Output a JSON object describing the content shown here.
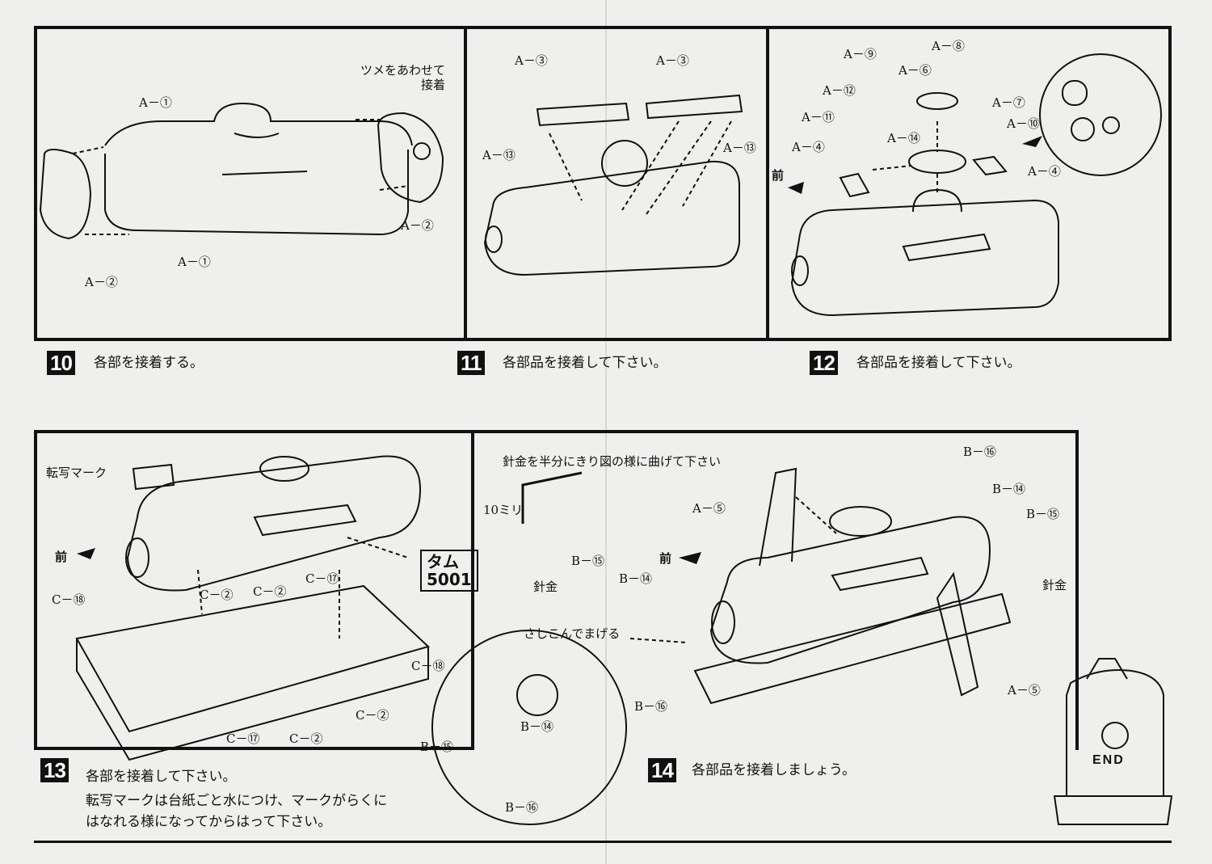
{
  "steps": [
    {
      "number": "10",
      "caption": "各部を接着する。",
      "labels": {
        "a1_top": "A－①",
        "a1_bottom": "A－①",
        "a2_left": "A－②",
        "a2_right": "A－②",
        "note": "ツメをあわせて\n接着"
      }
    },
    {
      "number": "11",
      "caption": "各部品を接着して下さい。",
      "labels": {
        "a3_left": "A－③",
        "a3_right": "A－③",
        "a13_left": "A－⑬",
        "a13_right": "A－⑬"
      }
    },
    {
      "number": "12",
      "caption": "各部品を接着して下さい。",
      "labels": {
        "a9": "A－⑨",
        "a8": "A－⑧",
        "a6": "A－⑥",
        "a12": "A－⑫",
        "a7": "A－⑦",
        "a11": "A－⑪",
        "a10": "A－⑩",
        "a14": "A－⑭",
        "a4_left": "A－④",
        "a4_right": "A－④",
        "front": "前"
      }
    },
    {
      "number": "13",
      "caption": "各部を接着して下さい。",
      "caption2": "転写マークは台紙ごと水につけ、マークがらくに",
      "caption3": "はなれる様になってからはって下さい。",
      "labels": {
        "decal": "転写マーク",
        "front": "前",
        "c18_left": "C－⑱",
        "c18_right": "C－⑱",
        "c2_a": "C－②",
        "c2_b": "C－②",
        "c2_c": "C－②",
        "c2_d": "C－②",
        "c17_a": "C－⑰",
        "c17_b": "C－⑰",
        "plate": "タム\n5001"
      }
    },
    {
      "number": "14",
      "caption": "各部品を接着しましょう。",
      "labels": {
        "wire_note": "針金を半分にきり図の様に曲げて下さい",
        "mm10": "10ミリ",
        "a5_top": "A－⑤",
        "a5_bottom": "A－⑤",
        "b15_a": "B－⑮",
        "b14_a": "B－⑭",
        "wire_a": "針金",
        "insert": "さしこんでまげる",
        "b16_a": "B－⑯",
        "b14_b": "B－⑭",
        "b15_b": "B－⑮",
        "b16_b": "B－⑯",
        "b16_top": "B－⑯",
        "b14_top": "B－⑭",
        "b15_top": "B－⑮",
        "wire_b": "針金",
        "front": "前",
        "end": "END"
      }
    }
  ]
}
